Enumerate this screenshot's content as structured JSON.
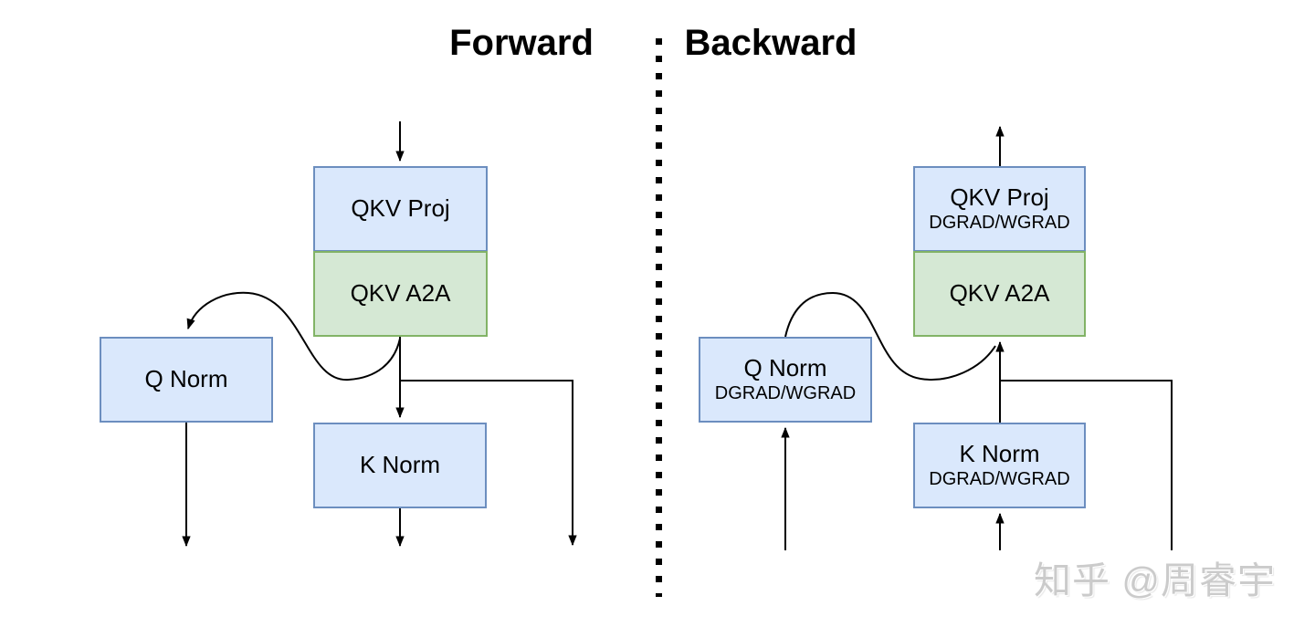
{
  "titles": {
    "forward": "Forward",
    "backward": "Backward"
  },
  "forward": {
    "qkv_proj": {
      "label": "QKV Proj"
    },
    "qkv_a2a": {
      "label": "QKV A2A"
    },
    "q_norm": {
      "label": "Q Norm"
    },
    "k_norm": {
      "label": "K Norm"
    }
  },
  "backward": {
    "qkv_proj": {
      "label": "QKV Proj",
      "sublabel": "DGRAD/WGRAD"
    },
    "qkv_a2a": {
      "label": "QKV A2A"
    },
    "q_norm": {
      "label": "Q Norm",
      "sublabel": "DGRAD/WGRAD"
    },
    "k_norm": {
      "label": "K Norm",
      "sublabel": "DGRAD/WGRAD"
    }
  },
  "watermark": "知乎 @周睿宇",
  "colors": {
    "blue_fill": "#dae8fc",
    "blue_border": "#6c8ebf",
    "green_fill": "#d5e8d4",
    "green_border": "#82b366",
    "line": "#000000",
    "watermark_gray": "#cbcbcb"
  }
}
